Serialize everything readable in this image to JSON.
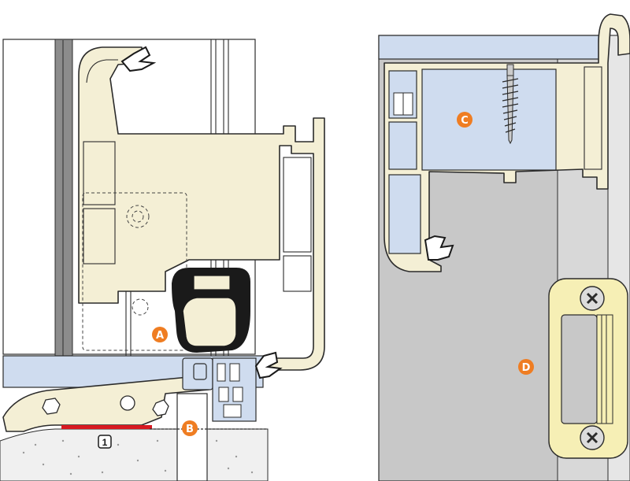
{
  "callouts": [
    {
      "id": "A",
      "label": "A",
      "color": "#ef7d22"
    },
    {
      "id": "B",
      "label": "B",
      "color": "#ef7d22"
    },
    {
      "id": "C",
      "label": "C",
      "color": "#ef7d22"
    },
    {
      "id": "D",
      "label": "D",
      "color": "#ef7d22"
    }
  ],
  "markers": [
    {
      "id": "1",
      "label": "1"
    }
  ],
  "colors": {
    "profile": "#f4efd5",
    "glass": "#cfdcef",
    "frame_grey": "#c8c8c8",
    "gasket": "#1a1a1a",
    "seal_strip": "#d71920",
    "keeper": "#f6efb5"
  }
}
